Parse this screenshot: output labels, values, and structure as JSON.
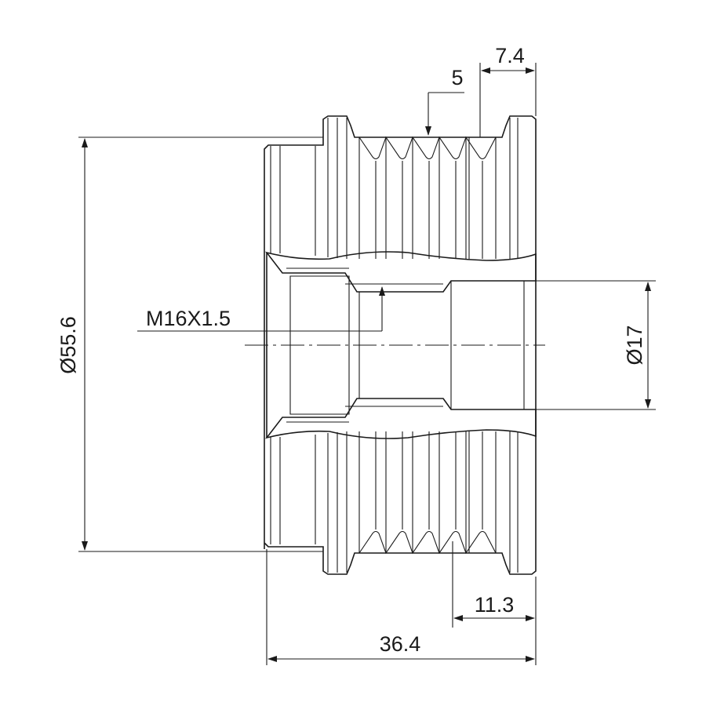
{
  "drawing": {
    "dimensions": {
      "outer_diameter": "Ø55.6",
      "bore_diameter": "Ø17",
      "overall_length": "36.4",
      "hub_length": "11.3",
      "flange_width": "7.4",
      "groove_count": "5",
      "thread": "M16X1.5"
    },
    "colors": {
      "line": "#1a1a1a",
      "background": "#ffffff"
    }
  }
}
